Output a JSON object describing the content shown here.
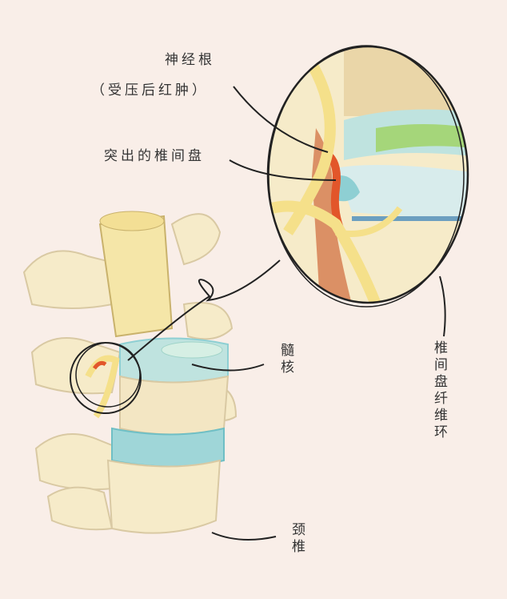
{
  "labels": {
    "nerve_root": "神经根",
    "nerve_root_note": "（受压后红肿）",
    "herniated_disc": "突出的椎间盘",
    "nucleus_pulposus": "髓核",
    "annulus_fibrosus": "椎间盘纤维环",
    "cervical_vertebra": "颈椎"
  },
  "colors": {
    "background": "#f9eee8",
    "bone": "#f6ebc9",
    "disc": "#bfe3df",
    "disc_dark": "#8ecfd3",
    "nerve": "#f5e08a",
    "inflamed": "#e2562a",
    "outline": "#222222"
  }
}
